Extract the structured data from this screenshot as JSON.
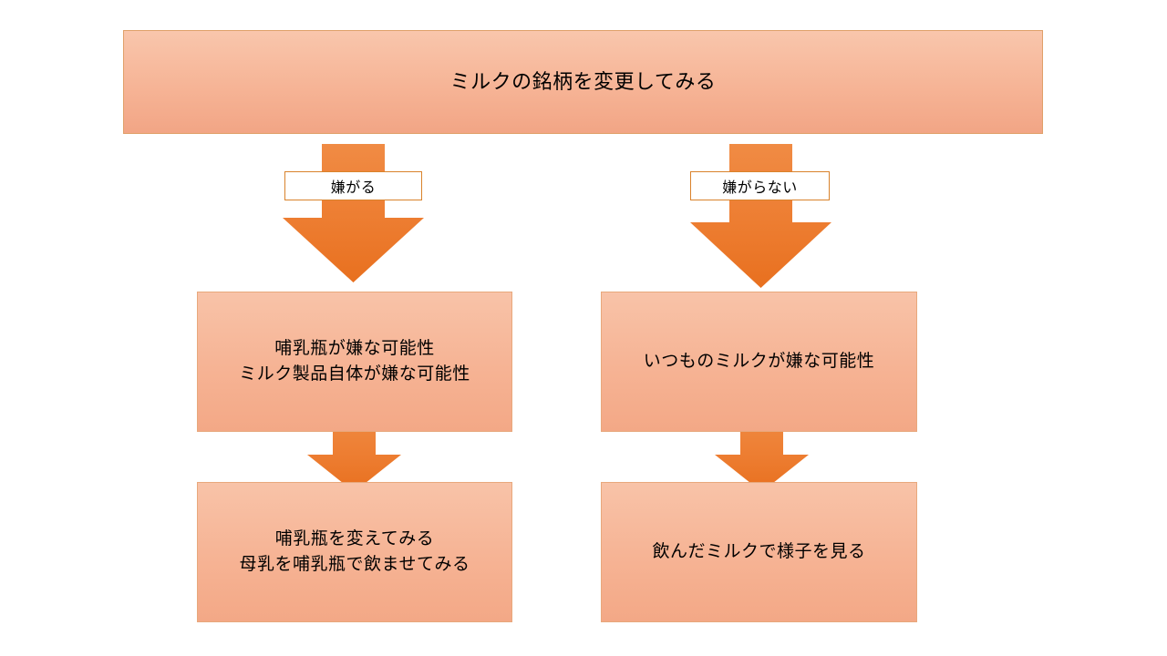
{
  "diagram": {
    "title_box": {
      "text": "ミルクの銘柄を変更してみる"
    },
    "branches": [
      {
        "condition_label": "嫌がる",
        "outcome_box": "哺乳瓶が嫌な可能性\nミルク製品自体が嫌な可能性",
        "action_box": "哺乳瓶を変えてみる\n母乳を哺乳瓶で飲ませてみる"
      },
      {
        "condition_label": "嫌がらない",
        "outcome_box": "いつものミルクが嫌な可能性",
        "action_box": "飲んだミルクで様子を見る"
      }
    ],
    "colors": {
      "box_fill_top": "#f8c3a8",
      "box_fill_bottom": "#f3a886",
      "box_border": "#e8a87c",
      "arrow_fill": "#ed7d31",
      "label_border": "#d9822b",
      "label_fill": "#ffffff",
      "text": "#000000",
      "background": "#ffffff"
    }
  }
}
